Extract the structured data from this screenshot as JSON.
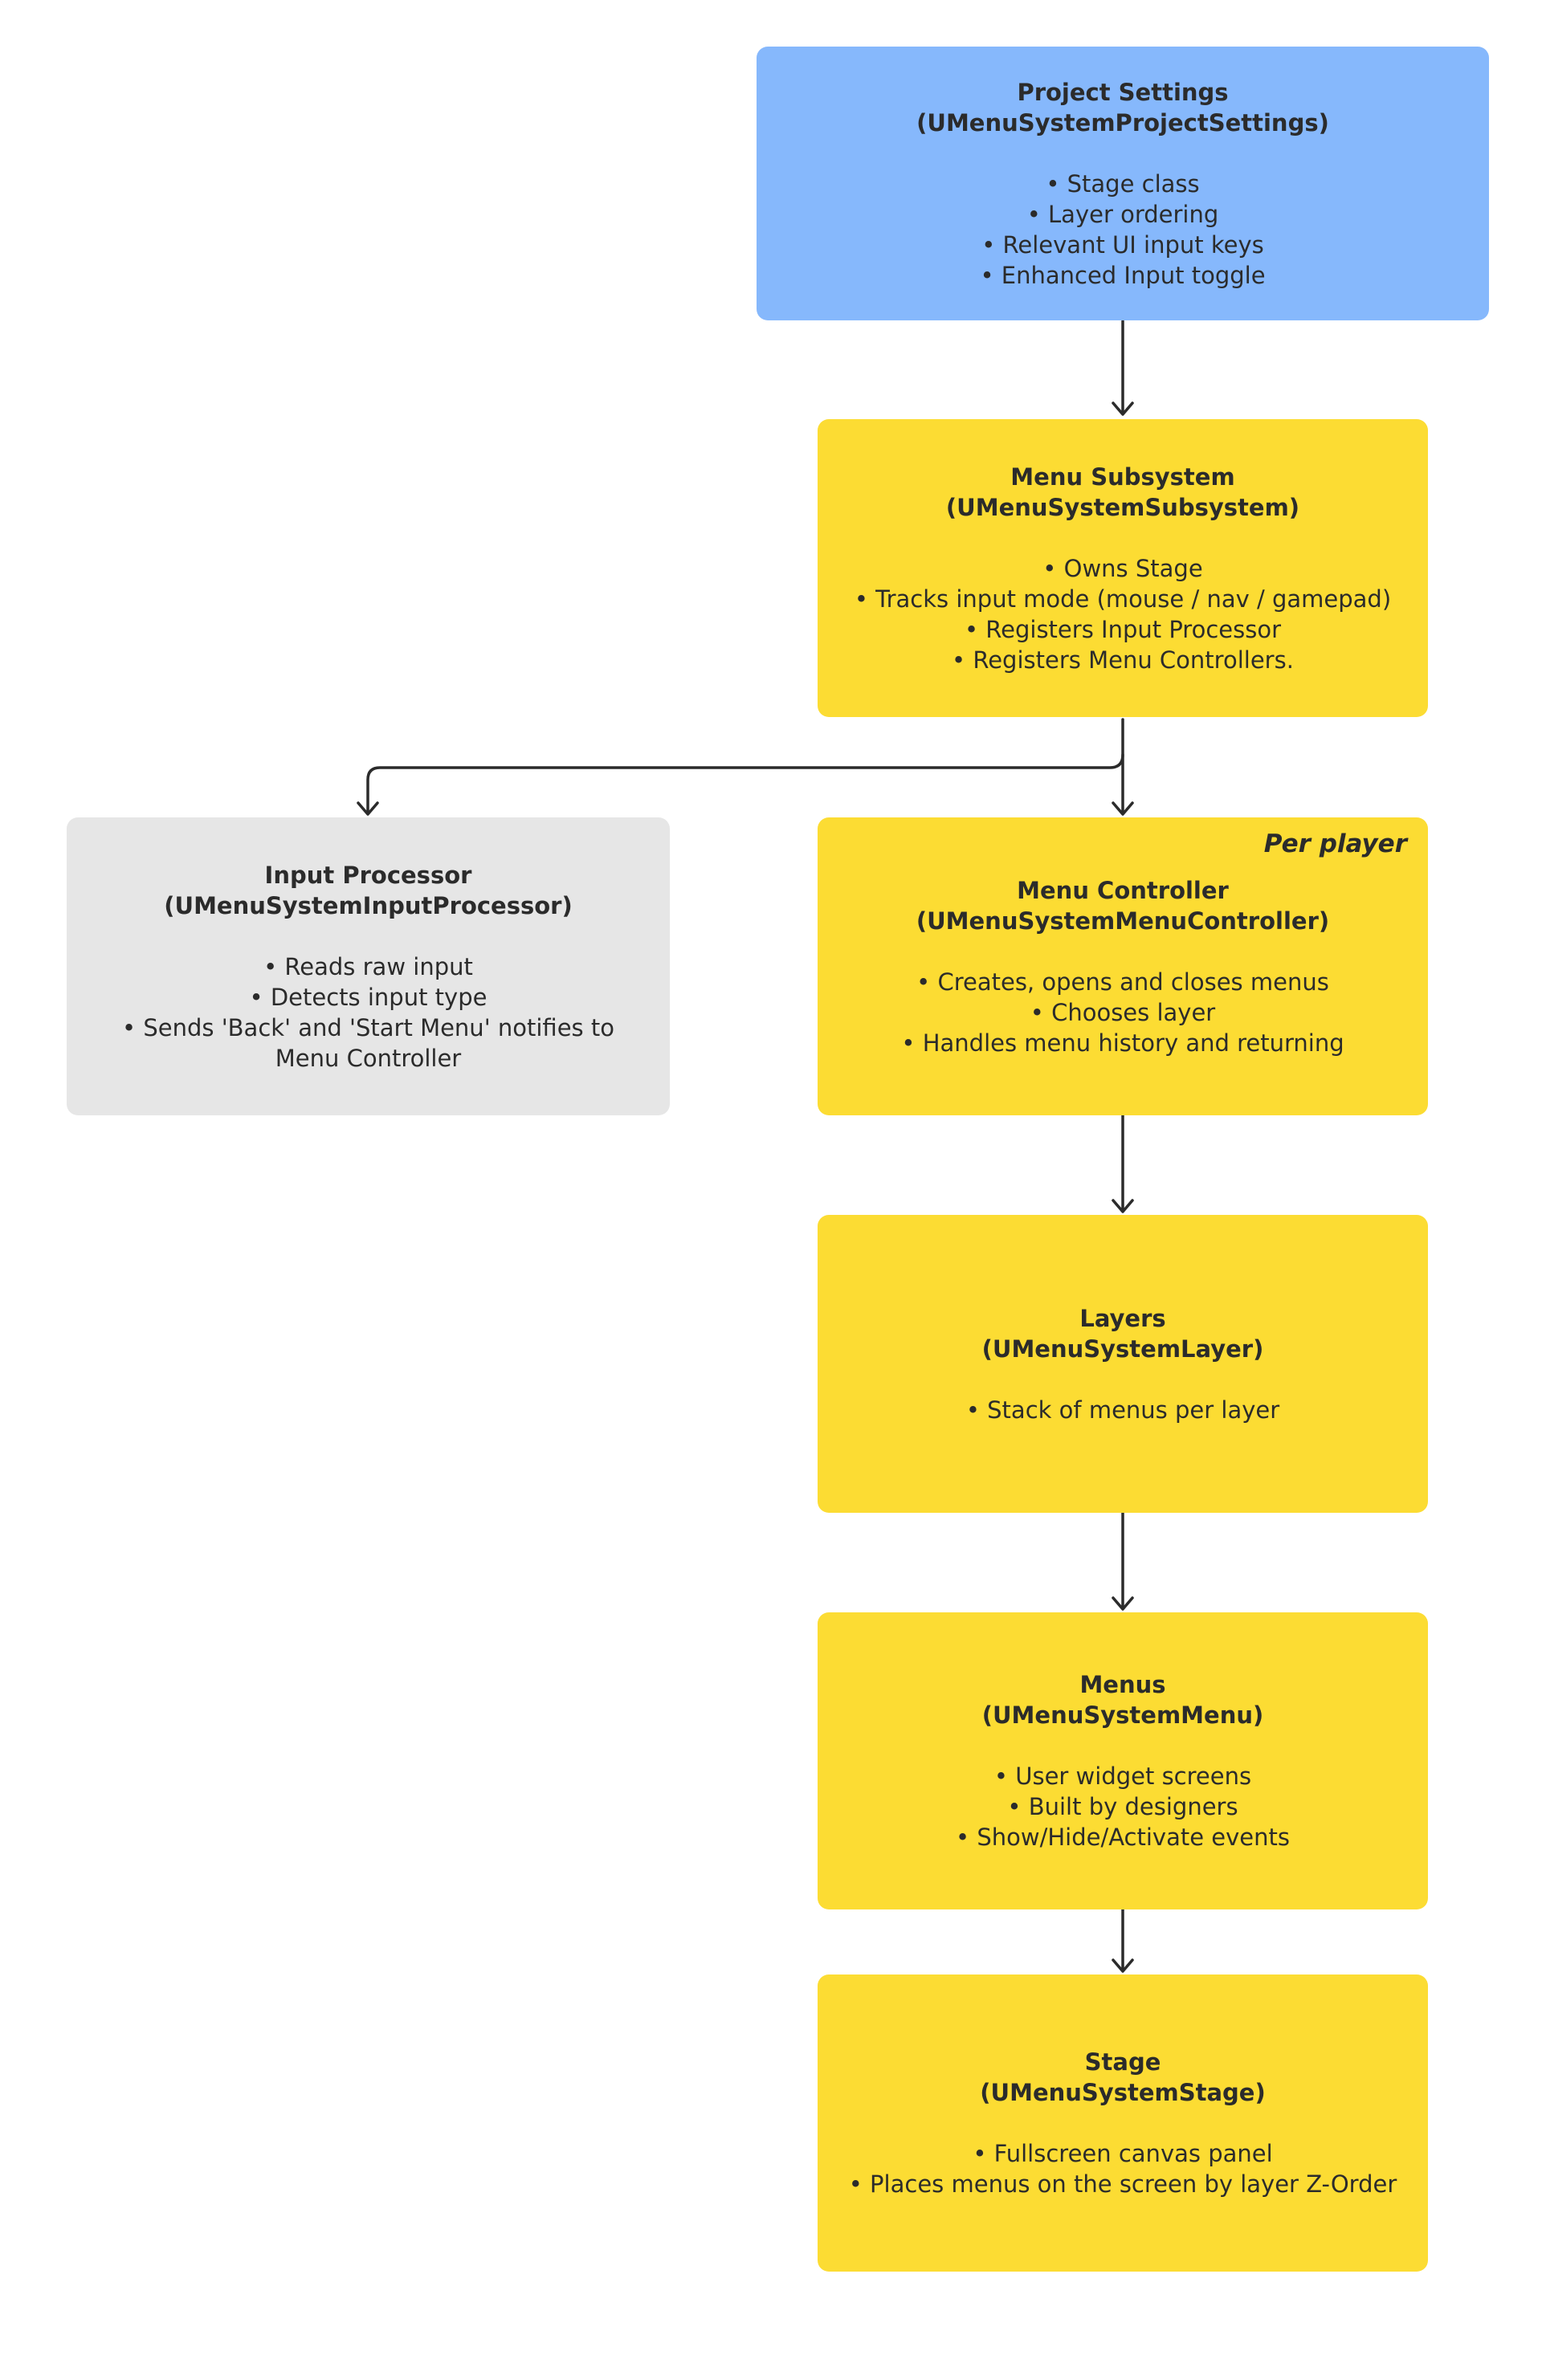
{
  "nodes": {
    "project_settings": {
      "title": "Project Settings",
      "subtitle": "(UMenuSystemProjectSettings)",
      "bullets": [
        "• Stage class",
        "• Layer ordering",
        "• Relevant UI input keys",
        "• Enhanced Input toggle"
      ]
    },
    "menu_subsystem": {
      "title": "Menu Subsystem",
      "subtitle": "(UMenuSystemSubsystem)",
      "bullets": [
        "• Owns Stage",
        "• Tracks input mode (mouse / nav / gamepad)",
        "• Registers Input Processor",
        "• Registers Menu Controllers."
      ]
    },
    "input_processor": {
      "title": "Input Processor",
      "subtitle": "(UMenuSystemInputProcessor)",
      "bullets": [
        "• Reads raw input",
        "• Detects input type",
        "• Sends 'Back' and 'Start Menu' notifies to",
        "Menu Controller"
      ]
    },
    "menu_controller": {
      "tag": "Per player",
      "title": "Menu Controller",
      "subtitle": "(UMenuSystemMenuController)",
      "bullets": [
        "• Creates, opens and closes menus",
        "• Chooses layer",
        "• Handles menu history and returning"
      ]
    },
    "layers": {
      "title": "Layers",
      "subtitle": "(UMenuSystemLayer)",
      "bullets": [
        "• Stack of menus per layer"
      ]
    },
    "menus": {
      "title": "Menus",
      "subtitle": "(UMenuSystemMenu)",
      "bullets": [
        "• User widget screens",
        "• Built by designers",
        "• Show/Hide/Activate events"
      ]
    },
    "stage": {
      "title": "Stage",
      "subtitle": "(UMenuSystemStage)",
      "bullets": [
        "• Fullscreen canvas panel",
        "• Places menus on the screen by layer Z-Order"
      ]
    }
  },
  "colors": {
    "project_settings": "#86b8fc",
    "yellow_nodes": "#fcdc33",
    "input_processor": "#e6e6e6",
    "arrows": "#2b2b2b"
  }
}
